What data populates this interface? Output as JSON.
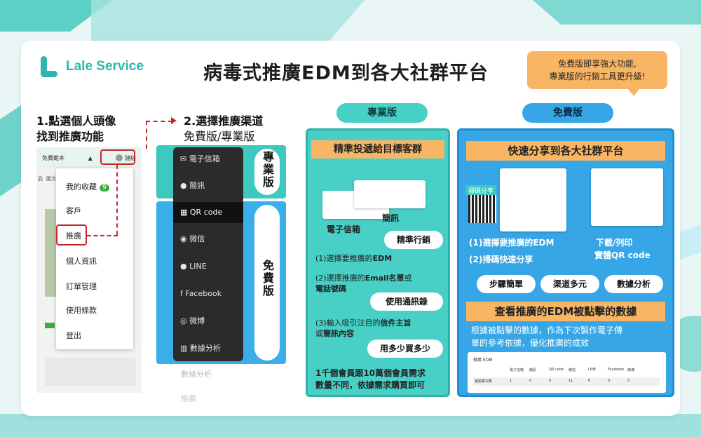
{
  "brand": {
    "name": "Lale Service"
  },
  "title": "病毒式推廣EDM到各大社群平台",
  "bubble": {
    "line1": "免費版即享強大功能,",
    "line2": "專業版的行銷工具更升級!"
  },
  "steps": {
    "step1": {
      "line1": "1.點選個人頭像",
      "line2": "找到推廣功能"
    },
    "step2": {
      "line1": "2.選擇推廣渠道",
      "line2": "免費版/專業版"
    }
  },
  "phone": {
    "top_left": "免費範本",
    "top_right": "鏈結",
    "side_labels": [
      "品",
      "圖文"
    ],
    "menu": [
      {
        "label": "我的收藏",
        "badge": "9"
      },
      {
        "label": "客戶"
      },
      {
        "label": "推廣"
      },
      {
        "label": "個人資訊"
      },
      {
        "label": "訂單管理"
      },
      {
        "label": "使用條款"
      },
      {
        "label": "登出"
      }
    ]
  },
  "channels": {
    "items": [
      "電子信箱",
      "簡訊",
      "QR code",
      "微信",
      "LINE",
      "Facebook",
      "微博",
      "數據分析"
    ],
    "ghost": [
      "數據分析",
      "推薦"
    ],
    "pro_label": "專業版",
    "free_label": "免費版"
  },
  "pro": {
    "header": "專業版",
    "heading": "精準投遞給目標客群",
    "lbl_email": "電子信箱",
    "lbl_sms": "簡訊",
    "pill_precise": "精準行銷",
    "s1": "(1)選擇要推廣的",
    "s1b": "EDM",
    "s2a": "(2)選擇推廣的",
    "s2b": "Email名單",
    "s2c": "或",
    "s2d": "電話號碼",
    "pill_contacts": "使用通訊錄",
    "s3a": "(3)輸入吸引注目的",
    "s3b": "信件主旨",
    "s3c": "或",
    "s3d": "簡訊內容",
    "pill_buy": "用多少買多少",
    "foot1": "1千個會員跟10萬個會員需求",
    "foot2": "數量不同，依據需求購買即可"
  },
  "free": {
    "header": "免費版",
    "heading": "快速分享到各大社群平台",
    "scan_label": "掃碼分享",
    "s1": "(1)選擇要推廣的EDM",
    "s2": "(2)掃碼快速分享",
    "download1": "下載/列印",
    "download2": "實體QR code",
    "pills": [
      "步驟簡單",
      "渠道多元",
      "數據分析"
    ],
    "heading2": "查看推廣的EDM被點擊的數據",
    "desc1": "根據被點擊的數據，作為下次製作電子傳",
    "desc2": "單的參考依據，優化推廣的成效",
    "table": {
      "title": "推廣 EDM",
      "headers": [
        "電子信箱",
        "簡訊",
        "QR code",
        "微信",
        "LINE",
        "Facebook",
        "微博"
      ],
      "row_label": "被點擊次數",
      "values": [
        "1",
        "0",
        "0",
        "11",
        "0",
        "0",
        "0"
      ]
    }
  }
}
